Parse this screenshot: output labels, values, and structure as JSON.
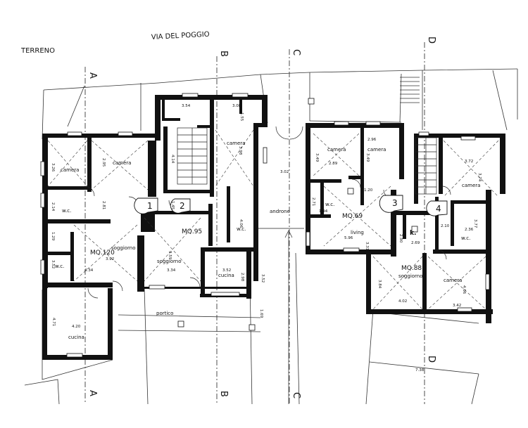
{
  "header": {
    "floor": "TERRENO",
    "street": "VIA DEL POGGIO"
  },
  "section_marks": {
    "a_top": "A",
    "a_bottom": "A",
    "b_top": "B",
    "b_bottom": "B",
    "c_top": "C",
    "c_bottom": "C",
    "d_top": "D",
    "d_bottom": "D"
  },
  "units": {
    "u1": "1",
    "u2": "2",
    "u3": "3",
    "u4": "4"
  },
  "areas": {
    "mq120": "MQ.120",
    "mq95": "MQ.95",
    "mq69": "MQ.69",
    "mq88": "MQ.88"
  },
  "rooms": {
    "camera_a": "camera",
    "camera_b": "camera",
    "camera_c": "camera",
    "wc_a": "w.c.",
    "wc_b": "w.c.",
    "soggiorno_a": "soggiorno",
    "cucina_a": "cucina",
    "soggiorno_b": "soggiorno",
    "cucina_b": "cucina",
    "wc_c": "w.c.",
    "androne": "androne",
    "portico": "portico",
    "camera_d": "camera",
    "camera_e": "camera",
    "wc_d": "w.c.",
    "living": "living",
    "camera_f": "camera",
    "wc_e": "w.c.",
    "k": "k.",
    "soggiorno_c": "soggiorno",
    "camera_g": "camera"
  },
  "dimensions": {
    "d1": "3.54",
    "d2": "3.08",
    "d3": "1.55",
    "d4": "3.26",
    "d5": "2.95",
    "d6": "2.14",
    "d7": "2.81",
    "d8": "1.29",
    "d9": "3.52",
    "d10": "4.14",
    "d11": "1.45",
    "d12": "3.59",
    "d13": "3.92",
    "d14": "3.34",
    "d15": "4.34",
    "d16": "3.98",
    "d17": "4.06",
    "d18": "3.02",
    "d19": "3.52",
    "d20": "2.98",
    "d21": "3.52",
    "d22": "1.69",
    "d23": "4.71",
    "d24": "4.20",
    "d25": "3.49",
    "d26": "2.89",
    "d27": "2.96",
    "d28": "3.49",
    "d29": "2.71",
    "d30": "1.94",
    "d31": "1.20",
    "d32": "5.96",
    "d33": "3.31",
    "d34": "3.72",
    "d35": "3.74",
    "d36": "2.36",
    "d37": "3.77",
    "d38": "2.10",
    "d39": "2.90",
    "d40": "2.69",
    "d41": "3.84",
    "d42": "4.02",
    "d43": "4.06",
    "d44": "3.42",
    "d45": "7.38"
  }
}
